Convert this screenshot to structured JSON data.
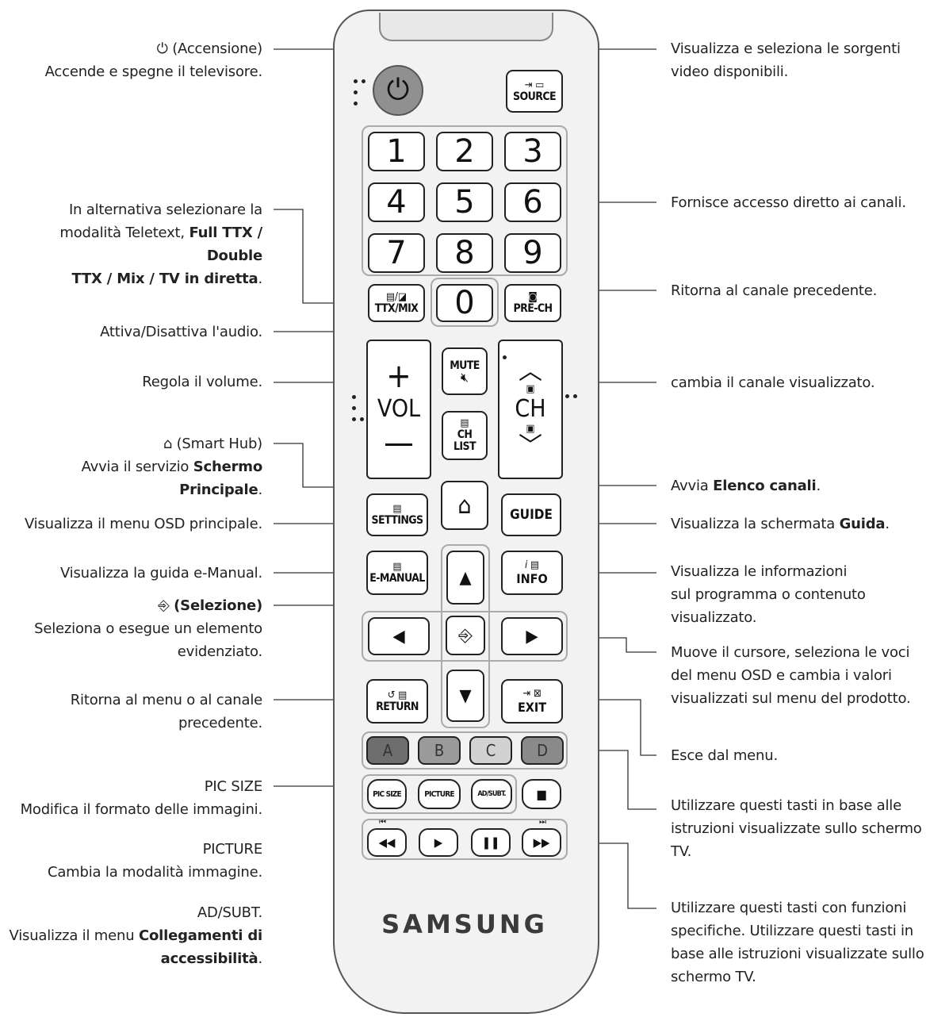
{
  "left": {
    "power_title": "(Accensione)",
    "power_desc": "Accende e spegne il televisore.",
    "ttx_desc_1": "In alternativa selezionare la",
    "ttx_desc_2": "modalità Teletext,",
    "ttx_desc_2b": "Full TTX / Double",
    "ttx_desc_3": "TTX / Mix / TV in diretta",
    "ttx_desc_3_end": ".",
    "mute_desc": "Attiva/Disattiva l'audio.",
    "vol_desc": "Regola il volume.",
    "home_title": "(Smart Hub)",
    "home_desc_1": "Avvia il servizio",
    "home_desc_bold": "Schermo Principale",
    "home_desc_end": ".",
    "settings_desc": "Visualizza il menu OSD principale.",
    "emanual_desc": "Visualizza la guida e-Manual.",
    "select_title": "(Selezione)",
    "select_desc_1": "Seleziona o esegue un elemento",
    "select_desc_2": "evidenziato.",
    "return_desc_1": "Ritorna al menu o al canale",
    "return_desc_2": "precedente.",
    "picsize_title": "PIC SIZE",
    "picsize_desc": "Modifica il formato delle immagini.",
    "picture_title": "PICTURE",
    "picture_desc": "Cambia la modalità immagine.",
    "adsubt_title": "AD/SUBT.",
    "adsubt_desc_1": "Visualizza il menu",
    "adsubt_desc_bold_1": "Collegamenti di",
    "adsubt_desc_bold_2": "accessibilità",
    "adsubt_desc_end": "."
  },
  "right": {
    "source_desc_1": "Visualizza e seleziona le sorgenti",
    "source_desc_2": "video disponibili.",
    "numbers_desc": "Fornisce accesso diretto ai canali.",
    "prech_desc": "Ritorna al canale precedente.",
    "ch_desc": "cambia il canale visualizzato.",
    "chlist_desc_1": "Avvia",
    "chlist_desc_bold": "Elenco canali",
    "chlist_desc_end": ".",
    "guide_desc_1": "Visualizza la schermata",
    "guide_desc_bold": "Guida",
    "guide_desc_end": ".",
    "info_desc_1": "Visualizza le informazioni",
    "info_desc_2": "sul programma o contenuto",
    "info_desc_3": "visualizzato.",
    "cursor_desc_1": "Muove il cursore, seleziona le voci",
    "cursor_desc_2": "del menu OSD e cambia i valori",
    "cursor_desc_3": "visualizzati sul menu del prodotto.",
    "exit_desc": "Esce dal menu.",
    "color_desc_1": "Utilizzare questi tasti in base alle",
    "color_desc_2": "istruzioni visualizzate sullo schermo",
    "color_desc_3": "TV.",
    "media_desc_1": "Utilizzare questi tasti con funzioni",
    "media_desc_2": "specifiche. Utilizzare questi tasti in",
    "media_desc_3": "base alle istruzioni visualizzate sullo",
    "media_desc_4": "schermo TV."
  },
  "remote": {
    "source": "SOURCE",
    "digits": [
      "1",
      "2",
      "3",
      "4",
      "5",
      "6",
      "7",
      "8",
      "9",
      "0"
    ],
    "ttx": "TTX/MIX",
    "prech": "PRE-CH",
    "mute": "MUTE",
    "vol": "VOL",
    "ch": "CH",
    "chlist_1": "CH",
    "chlist_2": "LIST",
    "settings": "SETTINGS",
    "guide": "GUIDE",
    "emanual": "E-MANUAL",
    "info": "INFO",
    "return": "RETURN",
    "exit": "EXIT",
    "colors": [
      "A",
      "B",
      "C",
      "D"
    ],
    "picsize": "PIC SIZE",
    "picture": "PICTURE",
    "adsubt": "AD/SUBT.",
    "brand": "SAMSUNG"
  },
  "colors": {
    "a": "#6e6e6e",
    "b": "#9a9a9a",
    "c": "#d2d2d2",
    "d": "#8a8a8a",
    "power": "#909090",
    "line": "#333333"
  }
}
